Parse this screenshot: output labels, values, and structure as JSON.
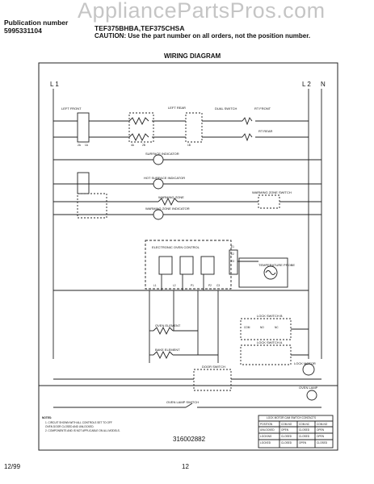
{
  "watermark": "AppliancePartsPros.com",
  "header": {
    "publication_label": "Publication number",
    "publication_number": "5995331104",
    "models": "TEF375BHBA,TEF375CHSA",
    "caution": "CAUTION:  Use the part number on all orders, not the position number."
  },
  "diagram": {
    "title": "WIRING DIAGRAM",
    "rail_labels": {
      "l1": "L 1",
      "l2": "L 2",
      "n": "N"
    },
    "components": {
      "surface_indicator": "SURFACE INDICATOR",
      "hot_surface_indicator": "HOT SURFACE INDICATOR",
      "warming_zone": "WARMING ZONE",
      "warming_zone_indicator": "WARMING ZONE INDICATOR",
      "warming_zone_switch": "WARMING ZONE SWITCH",
      "electronic_oven_control": "ELECTRONIC OVEN CONTROL",
      "oven_element": "OVEN ELEMENT",
      "bake_element": "BAKE ELEMENT",
      "lock_switch_b": "LOCK SWITCH B",
      "lock_switch_a": "LOCK SWITCH A",
      "door_switch": "DOOR SWITCH",
      "lock_motor": "LOCK MOTOR",
      "oven_lamp": "OVEN LAMP",
      "oven_lamp_switch": "OVEN LAMP SWITCH",
      "temperature_probe": "TEMPERATURE PROBE",
      "left_front": "LEFT FRONT",
      "left_rear": "LEFT REAR",
      "right_front": "RT FRONT",
      "right_rear": "RT REAR",
      "dual_switch": "DUAL SWITCH",
      "terminals": [
        "2A",
        "1A",
        "4A",
        "2B",
        "1B",
        "L1",
        "L2",
        "P1",
        "P2",
        "H1",
        "H2",
        "E1",
        "E2",
        "E3",
        "C3",
        "COM",
        "NO",
        "NC"
      ]
    },
    "notes": {
      "label": "NOTES:",
      "items": [
        "1. CIRCUIT SHOWN WITH ALL CONTROLS SET TO OFF",
        "   OVEN DOOR CLOSED AND UNLOCKED.",
        "2. COMPONENTS AND   IS NOT APPLICABLE ON ALL MODELS."
      ]
    },
    "lock_table": {
      "title": "LOCK MOTOR CAM SWITCH CONTACTS",
      "headers": [
        "POSITION",
        "COM-NO",
        "COM-NC",
        "COM-NO"
      ],
      "rows": [
        [
          "UNLOCKED",
          "OPEN",
          "CLOSED",
          "OPEN"
        ],
        [
          "LOCKING",
          "CLOSED",
          "CLOSED",
          "OPEN"
        ],
        [
          "LOCKED",
          "CLOSED",
          "OPEN",
          "CLOSED"
        ]
      ]
    },
    "drawing_number": "316002882"
  },
  "footer": {
    "date": "12/99",
    "page": "12"
  }
}
